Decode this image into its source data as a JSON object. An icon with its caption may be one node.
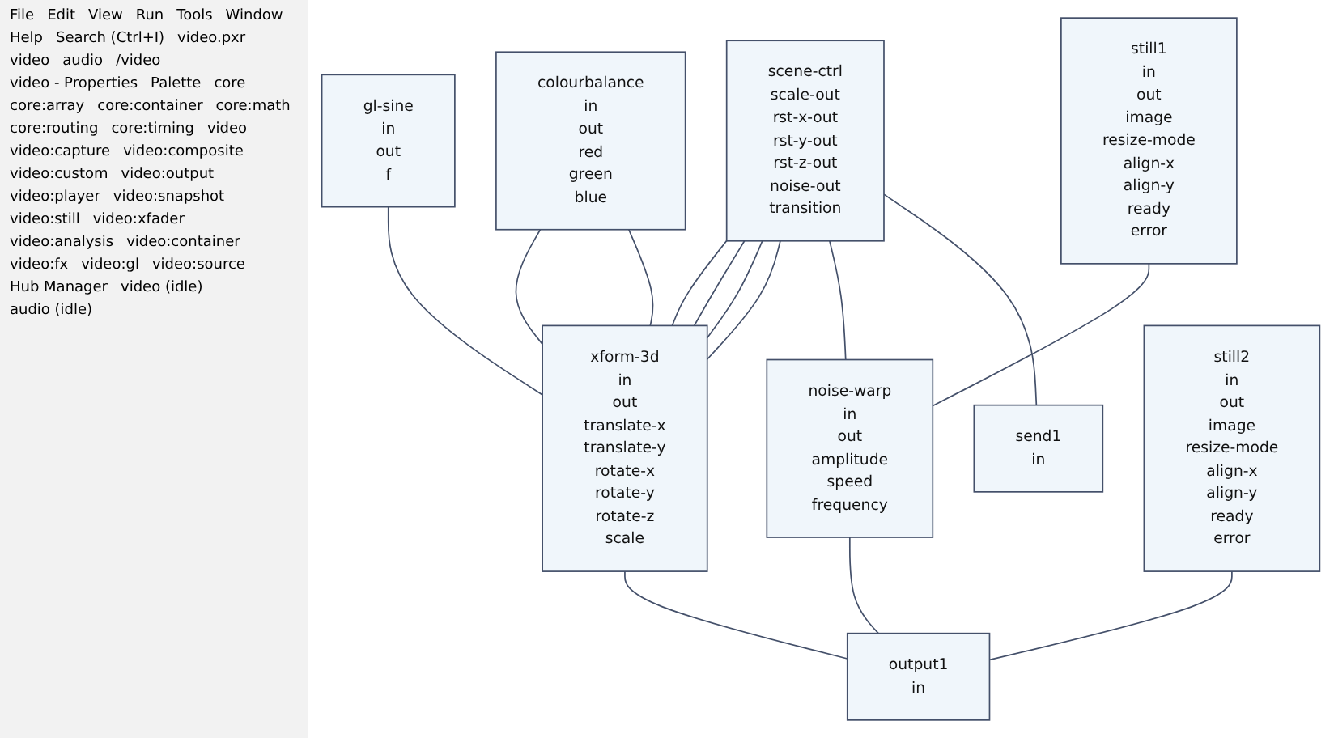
{
  "diagram": {
    "nodes": [
      {
        "text": [
          "colourbalance",
          "in",
          "out",
          "red",
          "green",
          "blue"
        ]
      },
      {
        "text": [
          "gl-sine",
          "in",
          "out",
          "f"
        ]
      },
      {
        "text": [
          "xform-3d",
          "in",
          "out",
          "translate-x",
          "translate-y",
          "rotate-x",
          "rotate-y",
          "rotate-z",
          "scale"
        ]
      },
      {
        "text": [
          "output1",
          "in"
        ]
      },
      {
        "text": [
          "still2",
          "in",
          "out",
          "image",
          "resize-mode",
          "align-x",
          "align-y",
          "ready",
          "error"
        ]
      },
      {
        "text": [
          "scene-ctrl",
          "scale-out",
          "rst-x-out",
          "rst-y-out",
          "rst-z-out",
          "noise-out",
          "transition"
        ]
      },
      {
        "text": [
          "noise-warp",
          "in",
          "out",
          "amplitude",
          "speed",
          "frequency"
        ]
      },
      {
        "text": [
          "send1",
          "in"
        ]
      },
      {
        "text": [
          "still1",
          "in",
          "out",
          "image",
          "resize-mode",
          "align-x",
          "align-y",
          "ready",
          "error"
        ]
      }
    ],
    "edges": [
      {
        "from": 2,
        "to": 0,
        "arrow": "none"
      },
      {
        "from": 0,
        "to": 2,
        "arrow": "none"
      },
      {
        "from": 1,
        "to": 2,
        "arrow": "none"
      },
      {
        "from": 2,
        "to": 3,
        "arrow": "none"
      },
      {
        "from": 4,
        "to": 3,
        "arrow": "none"
      },
      {
        "from": 6,
        "to": 3,
        "arrow": "none"
      },
      {
        "from": 5,
        "to": 2,
        "arrow": "none"
      },
      {
        "from": 5,
        "to": 2,
        "arrow": "none"
      },
      {
        "from": 5,
        "to": 2,
        "arrow": "none"
      },
      {
        "from": 5,
        "to": 2,
        "arrow": "none"
      },
      {
        "from": 5,
        "to": 6,
        "arrow": "none"
      },
      {
        "from": 5,
        "to": 7,
        "arrow": "none"
      },
      {
        "from": 8,
        "to": 6,
        "arrow": "none"
      }
    ],
    "labels": [
      "File",
      "Edit",
      "View",
      "Run",
      "Tools",
      "Window",
      "Help",
      "Search (Ctrl+I)",
      "video.pxr",
      "video",
      "audio",
      "/video",
      "video - Properties",
      "Palette",
      "core",
      "core:array",
      "core:container",
      "core:math",
      "core:routing",
      "core:timing",
      "video",
      "video:capture",
      "video:composite",
      "video:custom",
      "video:output",
      "video:player",
      "video:snapshot",
      "video:still",
      "video:xfader",
      "video:analysis",
      "video:container",
      "video:fx",
      "video:gl",
      "video:source",
      "Hub Manager",
      "video (idle)",
      "audio (idle)"
    ]
  }
}
